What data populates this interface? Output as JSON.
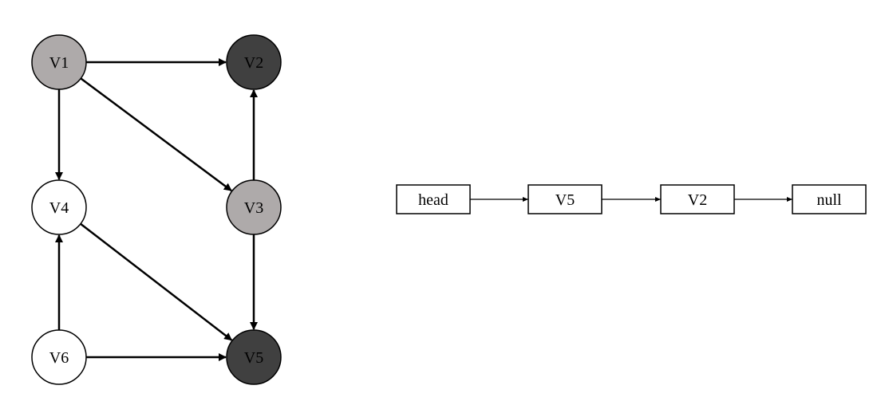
{
  "graph": {
    "nodes": [
      {
        "id": "V1",
        "label": "V1",
        "fill": "#aeaaaa",
        "text_color": "#000000"
      },
      {
        "id": "V2",
        "label": "V2",
        "fill": "#404040",
        "text_color": "#000000"
      },
      {
        "id": "V3",
        "label": "V3",
        "fill": "#aeaaaa",
        "text_color": "#000000"
      },
      {
        "id": "V4",
        "label": "V4",
        "fill": "#ffffff",
        "text_color": "#000000"
      },
      {
        "id": "V5",
        "label": "V5",
        "fill": "#404040",
        "text_color": "#000000"
      },
      {
        "id": "V6",
        "label": "V6",
        "fill": "#ffffff",
        "text_color": "#000000"
      }
    ],
    "edges": [
      {
        "from": "V1",
        "to": "V2"
      },
      {
        "from": "V1",
        "to": "V4"
      },
      {
        "from": "V1",
        "to": "V3"
      },
      {
        "from": "V3",
        "to": "V2"
      },
      {
        "from": "V3",
        "to": "V5"
      },
      {
        "from": "V4",
        "to": "V5"
      },
      {
        "from": "V6",
        "to": "V4"
      },
      {
        "from": "V6",
        "to": "V5"
      }
    ]
  },
  "linked_list": {
    "items": [
      "head",
      "V5",
      "V2",
      "null"
    ]
  },
  "colors": {
    "stroke": "#000000",
    "background": "#ffffff"
  }
}
